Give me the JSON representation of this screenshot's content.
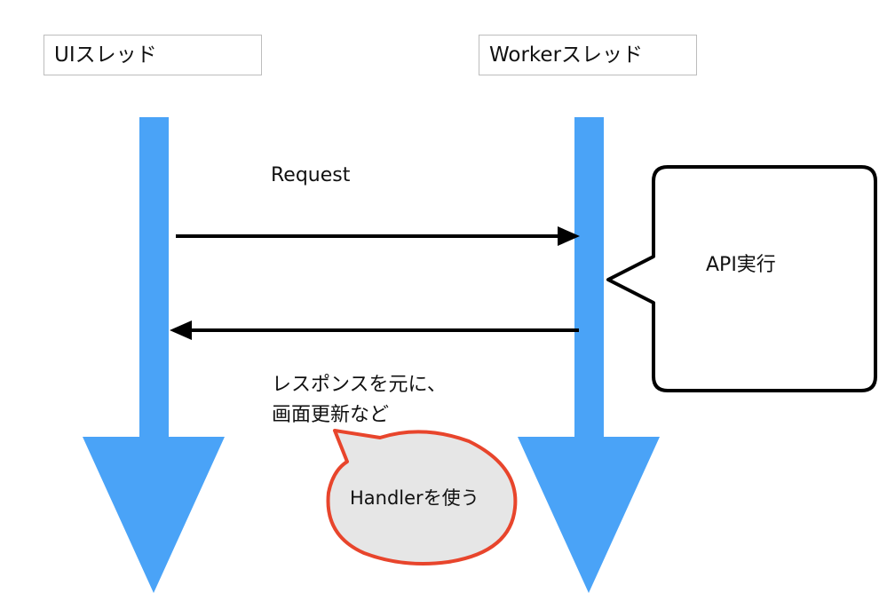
{
  "lanes": {
    "ui": "UIスレッド",
    "worker": "Workerスレッド"
  },
  "messages": {
    "request": "Request",
    "api_exec": "API実行",
    "response_line1": "レスポンスを元に、",
    "response_line2": "画面更新など",
    "handler": "Handlerを使う"
  },
  "colors": {
    "lifeline": "#4aa3f7",
    "arrow": "#000000",
    "callout_border": "#000000",
    "bubble_fill": "#e6e6e6",
    "bubble_border": "#e8452c",
    "label_border": "#bdbdbd"
  }
}
